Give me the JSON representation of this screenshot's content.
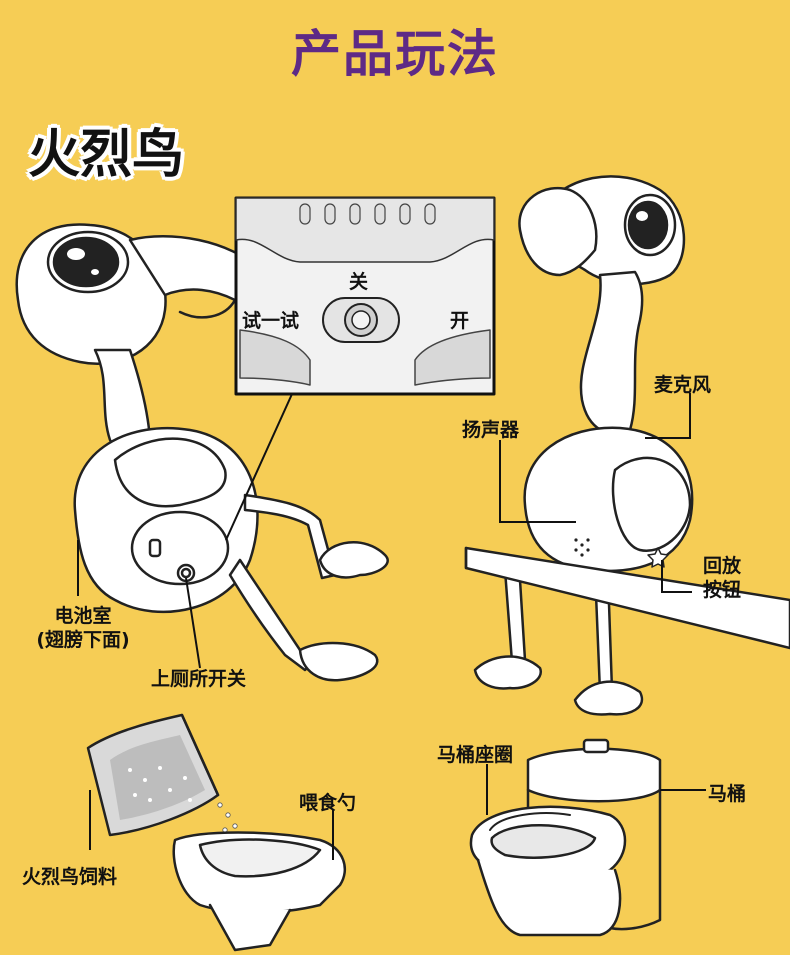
{
  "title": "产品玩法",
  "subtitle": "火烈鸟",
  "inset": {
    "off_label": "关",
    "try_label": "试一试",
    "on_label": "开"
  },
  "labels": {
    "battery_line1": "电池室",
    "battery_line2": "(翅膀下面)",
    "potty_switch": "上厕所开关",
    "microphone": "麦克风",
    "speaker": "扬声器",
    "playback_line1": "回放",
    "playback_line2": "按钮",
    "toilet_seat": "马桶座圈",
    "toilet": "马桶",
    "spoon": "喂食勺",
    "food": "火烈鸟饲料"
  },
  "colors": {
    "background": "#f6cd55",
    "title": "#5e2a86"
  }
}
